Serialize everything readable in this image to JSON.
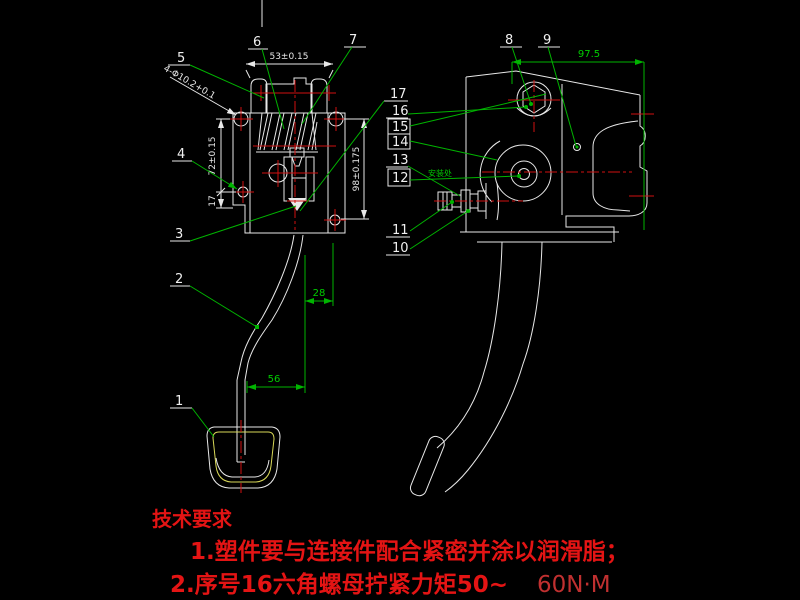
{
  "drawing": {
    "dims": {
      "d53": "53±0.15",
      "d72": "72±0.15",
      "d17": "17",
      "d98": "98±0.175",
      "d28": "28",
      "d56": "56",
      "d975": "97.5",
      "holes": "4-Φ10.2+0.1"
    },
    "balloons": {
      "n1": "1",
      "n2": "2",
      "n3": "3",
      "n4": "4",
      "n5": "5",
      "n6": "6",
      "n7": "7",
      "n8": "8",
      "n9": "9"
    },
    "stack": {
      "n10": "10",
      "n11": "11",
      "n12": "12",
      "n13": "13",
      "n14": "14",
      "n15": "15",
      "n16": "16",
      "n17": "17"
    },
    "annotation": "安装处",
    "tech_requirements": {
      "title": "技术要求",
      "item1": "1.塑件要与连接件配合紧密并涂以润滑脂；",
      "item2_main": "2.序号16六角螺母拧紧力矩50~",
      "item2_suffix": "60N·M"
    },
    "colors": {
      "background": "#000000",
      "outline": "#e8e8e8",
      "dimension_green": "#00b400",
      "centerline_red": "#d01010",
      "pad_inner_yellow": "#d8d858",
      "note_red": "#e41414"
    }
  }
}
